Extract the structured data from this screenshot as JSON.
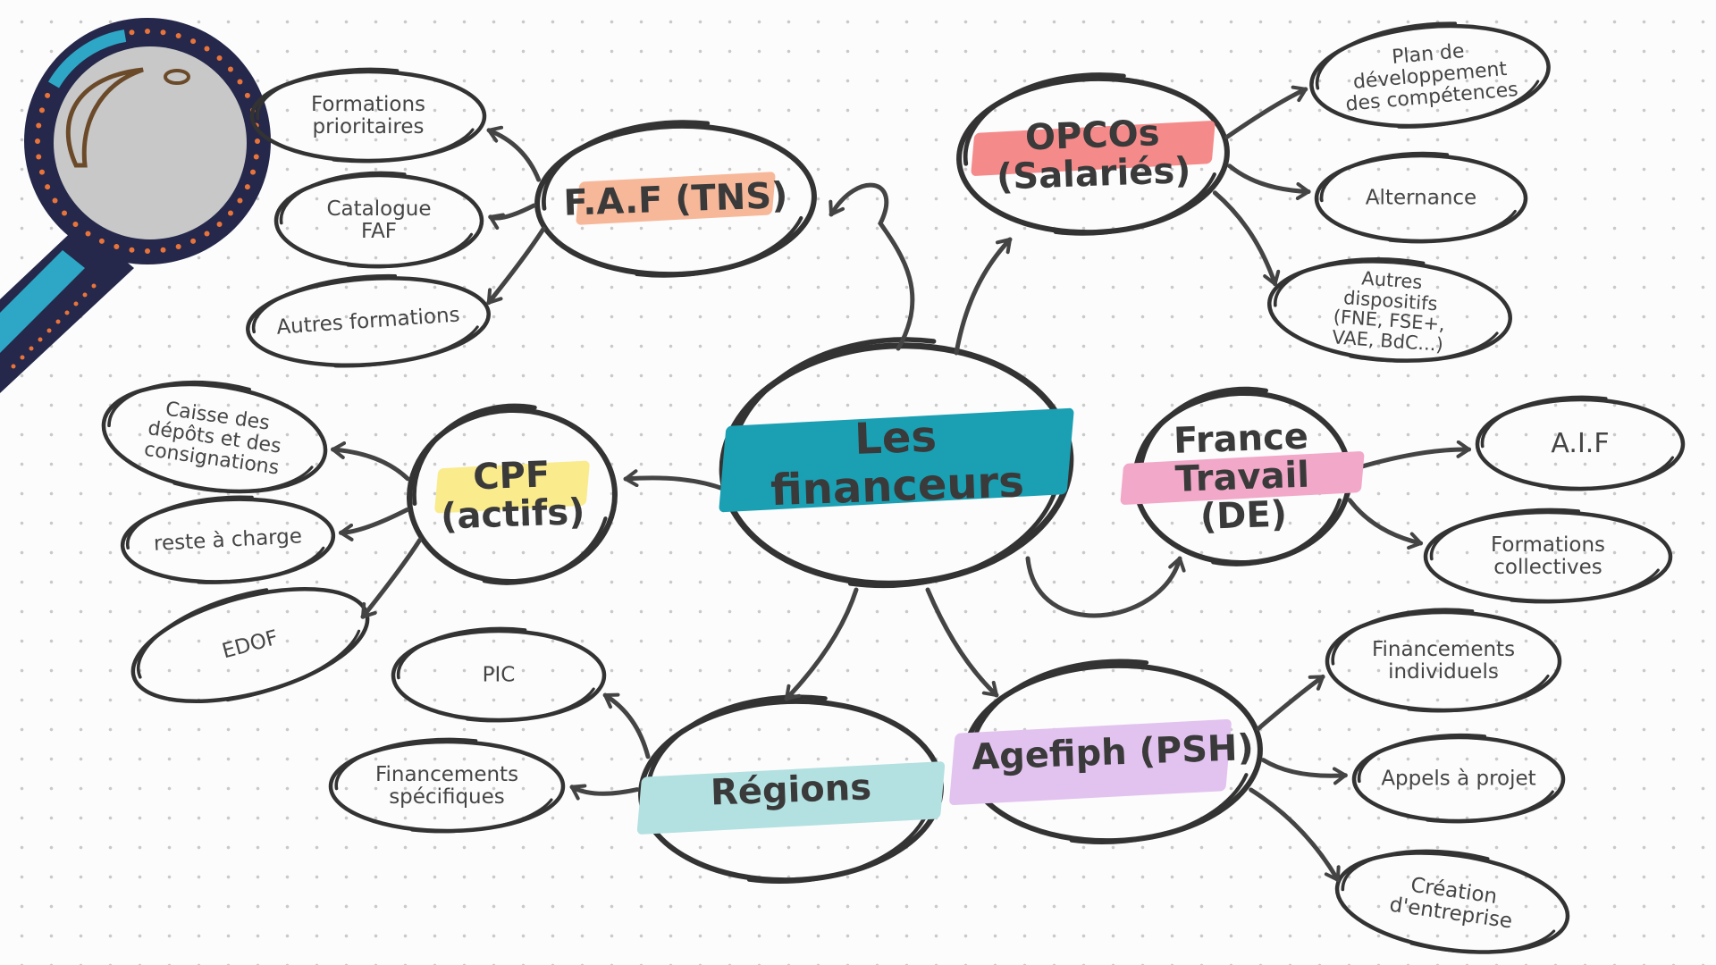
{
  "diagram": {
    "center": {
      "label": "Les\nfinanceurs",
      "highlight": "#1a9fb3"
    },
    "categories": [
      {
        "id": "faf",
        "label": "F.A.F (TNS)",
        "highlight": "#f7b89a",
        "children": [
          "Formations\nprioritaires",
          "Catalogue\nFAF",
          "Autres formations"
        ]
      },
      {
        "id": "opcos",
        "label": "OPCOs\n(Salariés)",
        "highlight": "#f58a8a",
        "children": [
          "Plan de\ndéveloppement\ndes compétences",
          "Alternance",
          "Autres\ndispositifs\n(FNE, FSE+,\nVAE, BdC...)"
        ]
      },
      {
        "id": "cpf",
        "label": "CPF\n(actifs)",
        "highlight": "#faeb8c",
        "children": [
          "Caisse des\ndépôts et des\nconsignations",
          "reste à charge",
          "EDOF"
        ]
      },
      {
        "id": "francetravail",
        "label": "France\nTravail\n(DE)",
        "highlight": "#f2a8c8",
        "children": [
          "A.I.F",
          "Formations\ncollectives"
        ]
      },
      {
        "id": "regions",
        "label": "Régions",
        "highlight": "#b3e0e0",
        "children": [
          "PIC",
          "Financements\nspécifiques"
        ]
      },
      {
        "id": "agefiph",
        "label": "Agefiph (PSH)",
        "highlight": "#e2c3ef",
        "children": [
          "Financements\nindividuels",
          "Appels à projet",
          "Création\nd'entreprise"
        ]
      }
    ]
  },
  "decor": {
    "magnifier_icon": "magnifying-glass-icon",
    "frame_color": "#25284a",
    "dot_color": "#e8743b",
    "lens_color": "#c8c8c8"
  }
}
